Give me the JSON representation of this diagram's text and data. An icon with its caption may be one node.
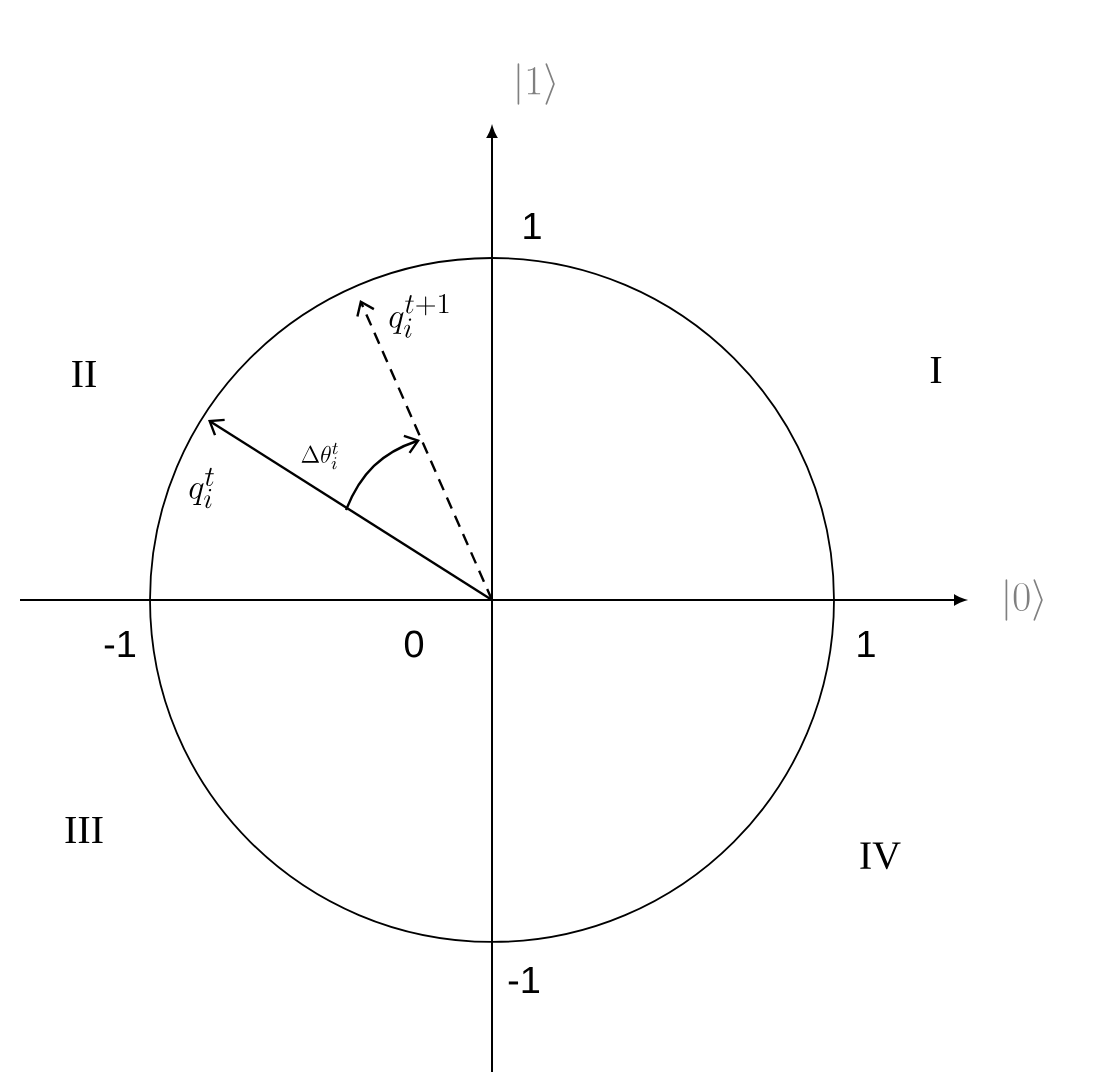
{
  "diagram": {
    "labels": [
      "|1\\rangle",
      "1",
      "q_i^{t+1}",
      "II",
      "I",
      "\\Delta\\theta_i^t",
      "q_i^t",
      "|0\\rangle",
      "-1",
      "0",
      "1",
      "III",
      "IV",
      "-1"
    ]
  }
}
